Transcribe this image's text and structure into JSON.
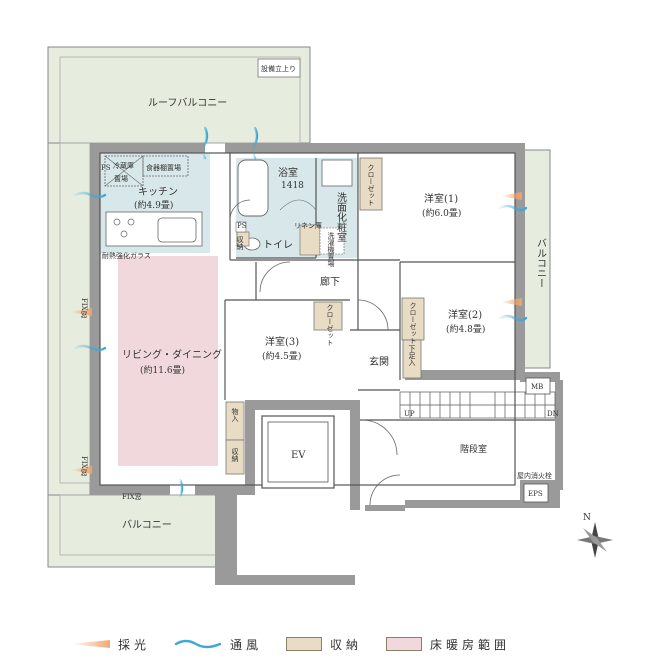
{
  "rooms": {
    "roof_balcony": "ルーフバルコニー",
    "equipment": "設備立上り",
    "fridge": "冷蔵庫",
    "fridge_sub": "置場",
    "dish": "食器棚置場",
    "ps1": "PS",
    "ps2": "PS",
    "kitchen": "キッチン",
    "kitchen_size": "(約4.9畳)",
    "glass": "耐熱強化ガラス",
    "bath": "浴室",
    "bath_size": "1418",
    "washroom": "洗面化粧室",
    "toilet": "トイレ",
    "linen": "リネン庫",
    "washer": "洗濯機置場",
    "shelf": "収納",
    "western1": "洋室(1)",
    "western1_size": "(約6.0畳)",
    "closet1": "クローゼット",
    "balcony_side": "バルコニー",
    "corridor": "廊下",
    "western2": "洋室(2)",
    "western2_size": "(約4.8畳)",
    "closet2": "クローゼット",
    "western3": "洋室(3)",
    "western3_size": "(約4.5畳)",
    "closet3": "クローゼット",
    "entrance": "玄関",
    "shoe": "下足入",
    "living": "リビング・ダイニング",
    "living_size": "(約11.6畳)",
    "fix1": "FIX窓",
    "fix2": "FIX窓",
    "fix3": "FIX窓",
    "storage1": "物入",
    "storage2": "収納",
    "ev": "EV",
    "mb": "MB",
    "up": "UP",
    "dn": "DN",
    "stairs": "階段室",
    "hydrant": "屋内消火栓",
    "eps": "EPS",
    "balcony": "バルコニー",
    "north": "N"
  },
  "legend": [
    {
      "label": "採光",
      "type": "light",
      "color": "#f3a36b"
    },
    {
      "label": "通風",
      "type": "wind",
      "color": "#3fa7d8"
    },
    {
      "label": "収納",
      "type": "storage",
      "color": "#e8dcc4"
    },
    {
      "label": "床暖房範囲",
      "type": "floor_heating",
      "color": "#f0d8dc"
    }
  ],
  "colors": {
    "wall": "#9a9a9a",
    "balcony_fill": "#e6eddf",
    "wet_area": "#d8e8ea",
    "storage_fill": "#e8dcc4",
    "floor_heating": "#f0d8dc"
  }
}
